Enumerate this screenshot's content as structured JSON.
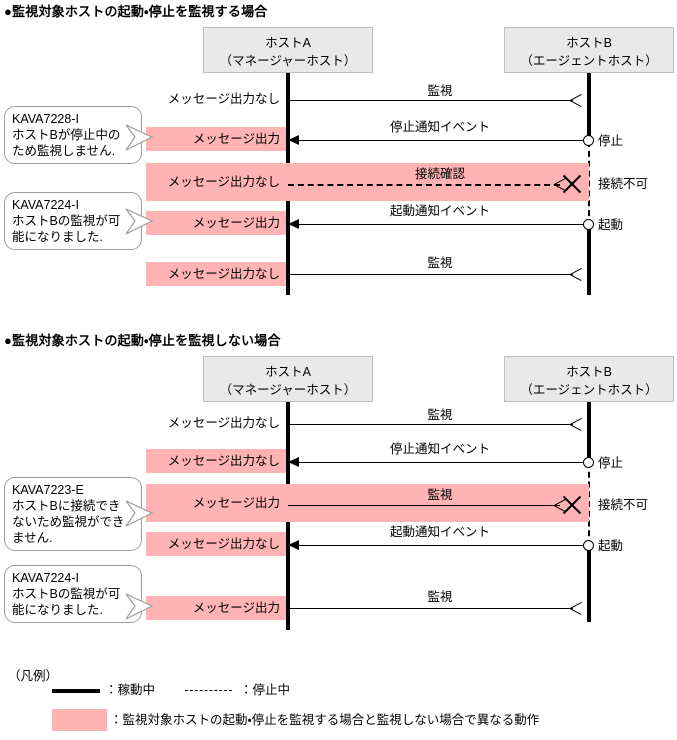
{
  "sections": [
    {
      "heading": "●監視対象ホストの起動・停止を監視する場合",
      "actors": {
        "a": {
          "line1": "ホストA",
          "line2": "（マネージャーホスト）"
        },
        "b": {
          "line1": "ホストB",
          "line2": "（エージェントホスト）"
        }
      },
      "rows": [
        {
          "out": "メッセージ出力なし",
          "highlight": false,
          "msg": "監視",
          "dir": "right",
          "style": "solid"
        },
        {
          "out": "メッセージ出力",
          "highlight": true,
          "msg": "停止通知イベント",
          "dir": "left",
          "style": "solid"
        },
        {
          "out": "メッセージ出力なし",
          "highlight": true,
          "msg": "接続確認",
          "dir": "right",
          "style": "dashed",
          "fail": true
        },
        {
          "out": "メッセージ出力",
          "highlight": true,
          "msg": "起動通知イベント",
          "dir": "left",
          "style": "solid"
        },
        {
          "out": "メッセージ出力なし",
          "highlight": true,
          "msg": "監視",
          "dir": "right",
          "style": "solid"
        }
      ],
      "states": [
        {
          "label": "停止",
          "marker": "circle"
        },
        {
          "label": "接続不可",
          "marker": "none"
        },
        {
          "label": "起動",
          "marker": "circle"
        }
      ],
      "callouts": [
        {
          "text": "KAVA7228-I\nホストBが停止中の\nため監視しません."
        },
        {
          "text": "KAVA7224-I\nホストBの監視が可\n能になりました."
        }
      ]
    },
    {
      "heading": "●監視対象ホストの起動・停止を監視しない場合",
      "actors": {
        "a": {
          "line1": "ホストA",
          "line2": "（マネージャーホスト）"
        },
        "b": {
          "line1": "ホストB",
          "line2": "（エージェントホスト）"
        }
      },
      "rows": [
        {
          "out": "メッセージ出力なし",
          "highlight": false,
          "msg": "監視",
          "dir": "right",
          "style": "solid"
        },
        {
          "out": "メッセージ出力なし",
          "highlight": true,
          "msg": "停止通知イベント",
          "dir": "left",
          "style": "solid"
        },
        {
          "out": "メッセージ出力",
          "highlight": true,
          "msg": "監視",
          "dir": "right",
          "style": "solid",
          "fail": true
        },
        {
          "out": "メッセージ出力なし",
          "highlight": true,
          "msg": "起動通知イベント",
          "dir": "left",
          "style": "solid"
        },
        {
          "out": "メッセージ出力",
          "highlight": true,
          "msg": "監視",
          "dir": "right",
          "style": "solid"
        }
      ],
      "states": [
        {
          "label": "停止",
          "marker": "circle"
        },
        {
          "label": "接続不可",
          "marker": "none"
        },
        {
          "label": "起動",
          "marker": "circle"
        }
      ],
      "callouts": [
        {
          "text": "KAVA7223-E\nホストBに接続でき\nないため監視ができ\nません."
        },
        {
          "text": "KAVA7224-I\nホストBの監視が可\n能になりました."
        }
      ]
    }
  ],
  "legend": {
    "title": "（凡例）",
    "solid_label": "：稼動中",
    "dashed_label": "：停止中",
    "swatch_label": "：監視対象ホストの起動・停止を監視する場合と監視しない場合で異なる動作"
  },
  "colors": {
    "highlight": "#ffb3b3",
    "actor_box": "#e9e9e9",
    "line": "#000000",
    "callout_border": "#9e9e9e"
  }
}
